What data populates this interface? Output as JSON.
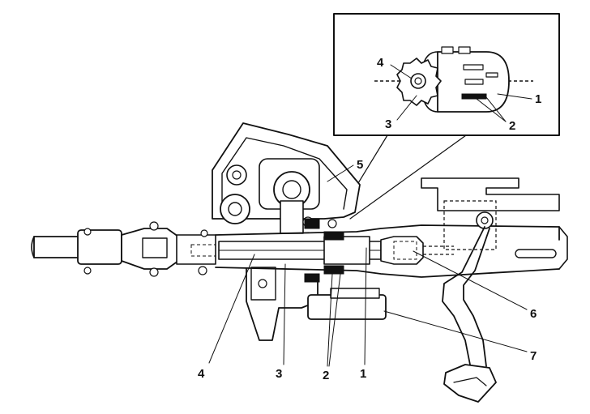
{
  "diagram": {
    "inset_callouts": [
      "4",
      "3",
      "1",
      "2"
    ],
    "main_callouts": [
      "5",
      "6",
      "7",
      "4",
      "3",
      "2",
      "1"
    ],
    "colors": {
      "ink": "#111111",
      "paper": "#ffffff"
    }
  }
}
